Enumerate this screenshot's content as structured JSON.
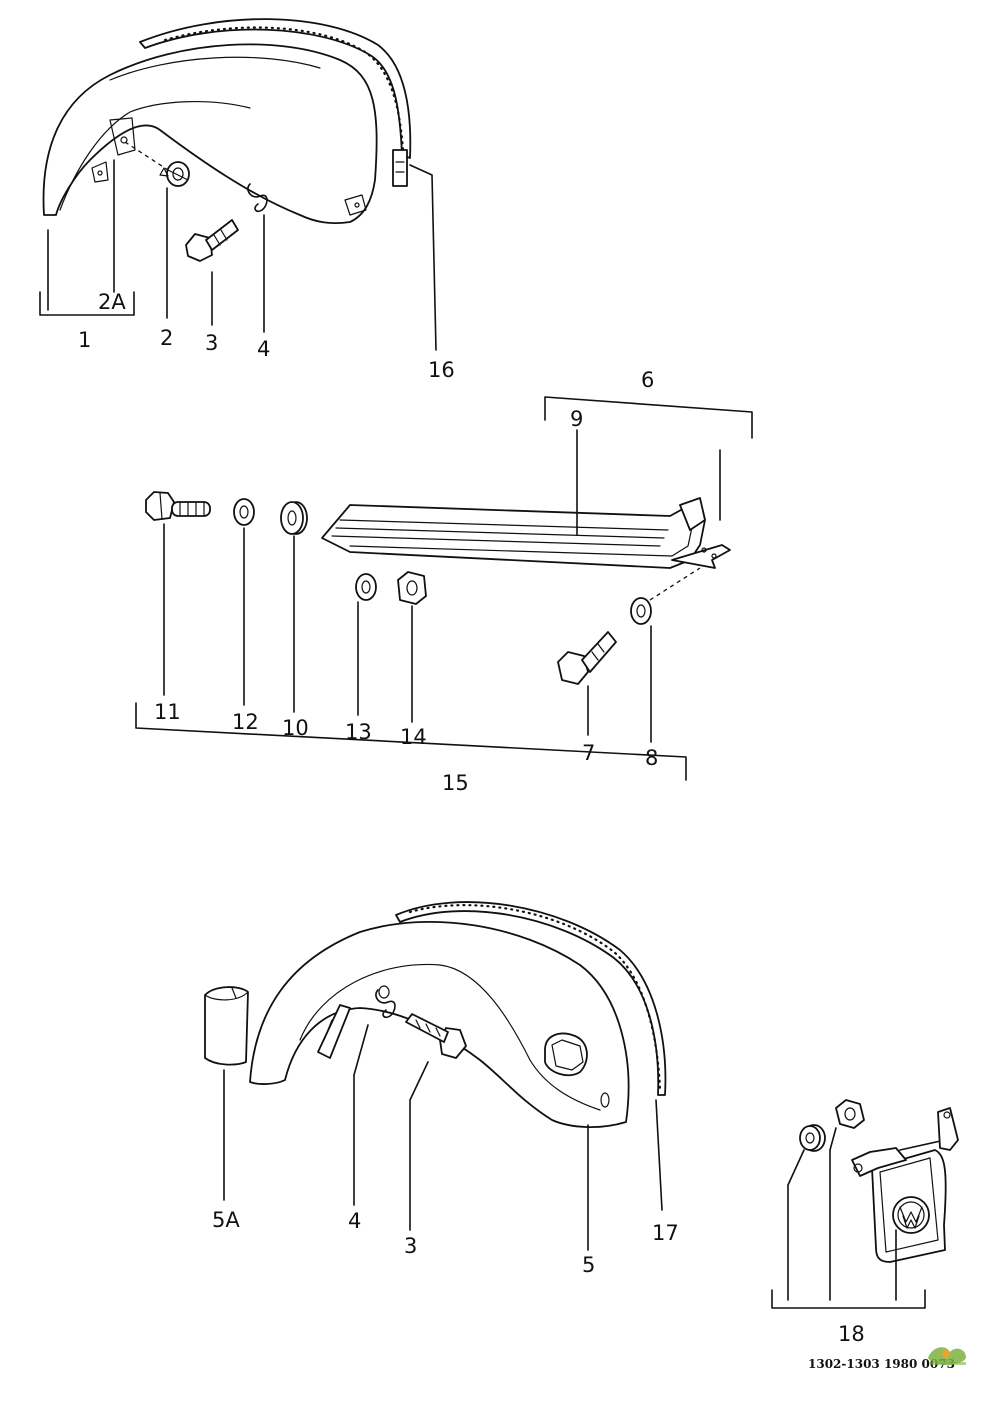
{
  "labels": {
    "l1": "1",
    "l2A": "2A",
    "l2": "2",
    "l3": "3",
    "l4": "4",
    "l16": "16",
    "l6": "6",
    "l9": "9",
    "l11": "11",
    "l12": "12",
    "l10": "10",
    "l13": "13",
    "l14": "14",
    "l7": "7",
    "l8": "8",
    "l15": "15",
    "l5A": "5A",
    "l4b": "4",
    "l3b": "3",
    "l5": "5",
    "l17": "17",
    "l18": "18"
  },
  "footer": {
    "drawing_code": "1302-1303 1980 0073"
  },
  "colors": {
    "ink": "#111111",
    "paper": "#ffffff",
    "logo_green": "#7cb342",
    "logo_orange": "#f4a02a"
  },
  "icons": {
    "watermark": "small-green-logo-icon"
  }
}
